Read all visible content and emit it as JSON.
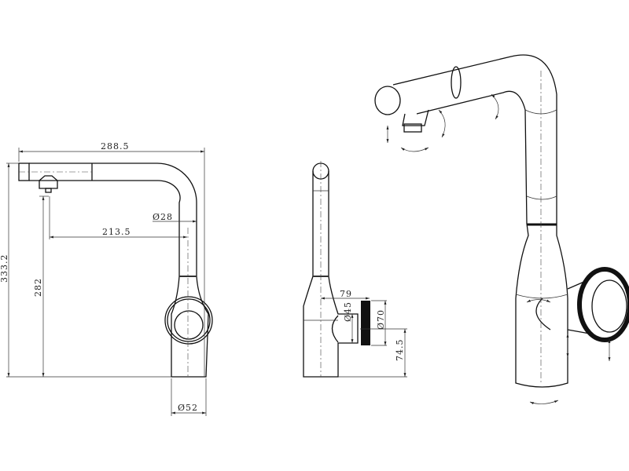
{
  "drawing": {
    "side_view": {
      "overall_width": "288.5",
      "overall_height": "333.2",
      "spout_height": "282",
      "spout_reach": "213.5",
      "pipe_diameter": "Ø28",
      "base_diameter": "Ø52"
    },
    "front_view": {
      "handle_offset": "79",
      "handle_stub_diameter": "Ø45",
      "handle_knob_diameter": "Ø70",
      "handle_height": "74.5"
    },
    "colors": {
      "line": "#111111",
      "background": "#ffffff"
    }
  }
}
